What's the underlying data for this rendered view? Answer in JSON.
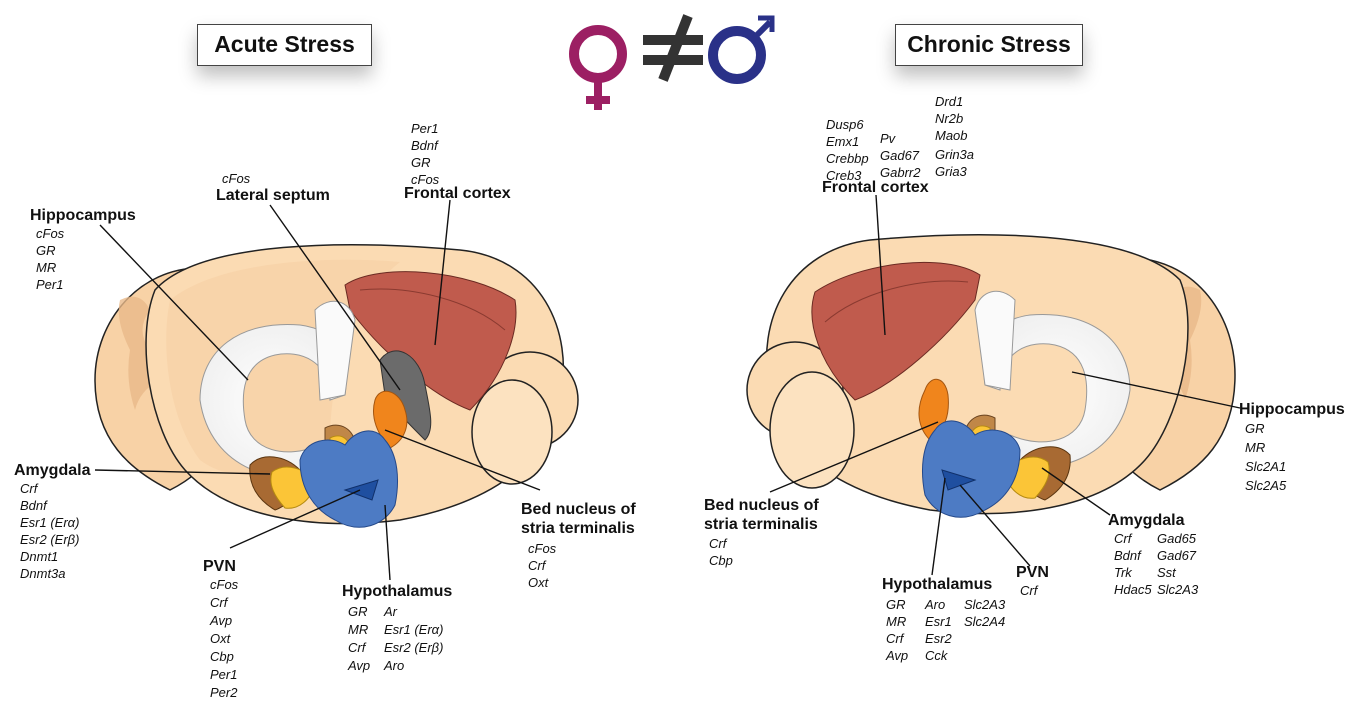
{
  "titles": {
    "acute": "Acute Stress",
    "chronic": "Chronic Stress"
  },
  "symbols": {
    "female": "♀",
    "not_equal": "≠",
    "male": "♂"
  },
  "colors": {
    "female": "#9c1f63",
    "male": "#2a3188",
    "not_equal": "#333333"
  },
  "acute": {
    "hippocampus": {
      "label": "Hippocampus",
      "genes": [
        "cFos",
        "GR",
        "MR",
        "Per1"
      ]
    },
    "lateral_septum": {
      "label": "Lateral septum",
      "genes": [
        "cFos"
      ]
    },
    "frontal_cortex": {
      "label": "Frontal cortex",
      "genes": [
        "Per1",
        "Bdnf",
        "GR",
        "cFos"
      ]
    },
    "amygdala": {
      "label": "Amygdala",
      "genes": [
        "Crf",
        "Bdnf",
        "Esr1 (Erα)",
        "Esr2 (Erβ)",
        "Dnmt1",
        "Dnmt3a"
      ]
    },
    "pvn": {
      "label": "PVN",
      "genes": [
        "cFos",
        "Crf",
        "Avp",
        "Oxt",
        "Cbp",
        "Per1",
        "Per2"
      ]
    },
    "hypothalamus": {
      "label": "Hypothalamus",
      "genes_col1": [
        "GR",
        "MR",
        "Crf",
        "Avp"
      ],
      "genes_col2": [
        "Ar",
        "Esr1 (Erα)",
        "Esr2 (Erβ)",
        "Aro"
      ]
    },
    "bnst": {
      "label_line1": "Bed nucleus of",
      "label_line2": "stria terminalis",
      "genes": [
        "cFos",
        "Crf",
        "Oxt"
      ]
    }
  },
  "chronic": {
    "frontal_cortex": {
      "label": "Frontal cortex",
      "genes_col1": [
        "Dusp6",
        "Emx1",
        "Crebbp",
        "Creb3"
      ],
      "genes_col2": [
        "Pv",
        "Gad67",
        "Gabrr2"
      ],
      "genes_col3a": [
        "Drd1",
        "Nr2b",
        "Maob"
      ],
      "genes_col3b": [
        "Grin3a",
        "Gria3"
      ]
    },
    "hippocampus": {
      "label": "Hippocampus",
      "genes": [
        "GR",
        "MR",
        "Slc2A1",
        "Slc2A5"
      ]
    },
    "bnst": {
      "label_line1": "Bed nucleus of",
      "label_line2": "stria terminalis",
      "genes": [
        "Crf",
        "Cbp"
      ]
    },
    "amygdala": {
      "label": "Amygdala",
      "genes_col1": [
        "Crf",
        "Bdnf",
        "Trk",
        "Hdac5"
      ],
      "genes_col2": [
        "Gad65",
        "Gad67",
        "Sst",
        "Slc2A3"
      ]
    },
    "hypothalamus": {
      "label": "Hypothalamus",
      "genes_col1": [
        "GR",
        "MR",
        "Crf",
        "Avp"
      ],
      "genes_col2": [
        "Aro",
        "Esr1",
        "Esr2",
        "Cck"
      ],
      "genes_col3": [
        "Slc2A3",
        "Slc2A4"
      ]
    },
    "pvn": {
      "label": "PVN",
      "genes": [
        "Crf"
      ]
    }
  }
}
